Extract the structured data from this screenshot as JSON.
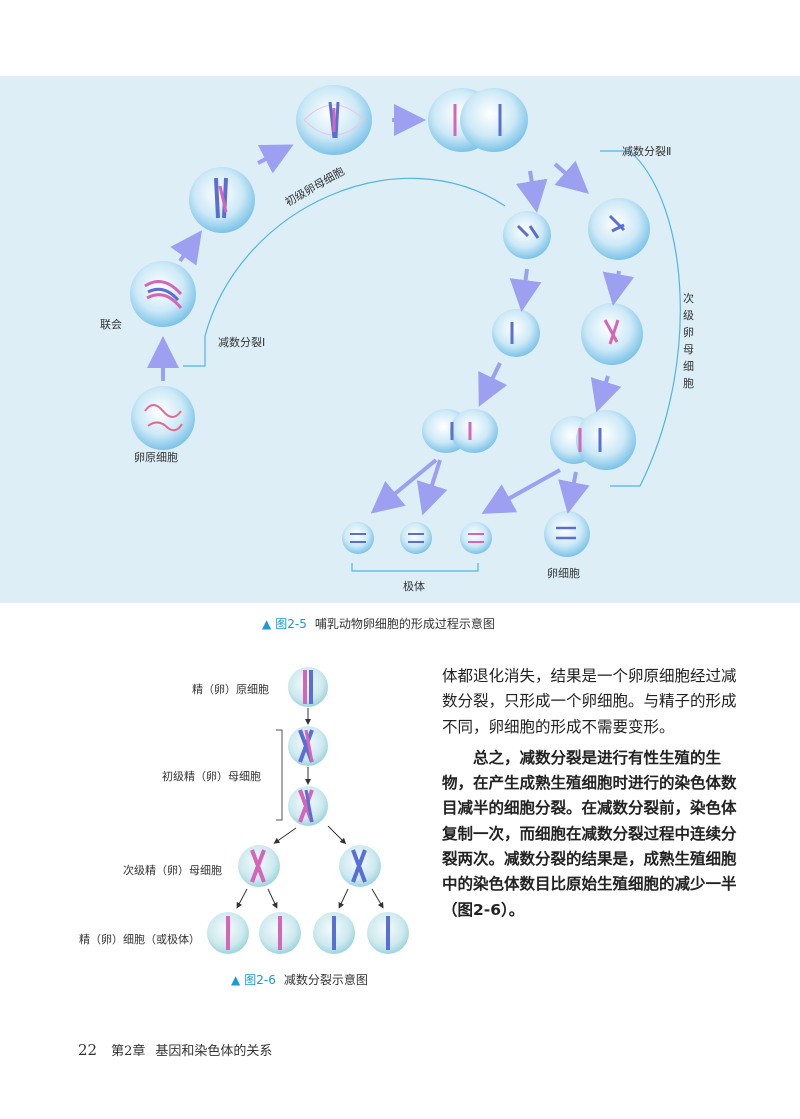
{
  "figure_2_5": {
    "labels": {
      "synapsis": "联会",
      "meiosis1": "减数分裂Ⅰ",
      "oogonium": "卵原细胞",
      "primary_oocyte": "初级卵母细胞",
      "meiosis2": "减数分裂Ⅱ",
      "secondary_oocyte_vertical": [
        "次",
        "级",
        "卵",
        "母",
        "细",
        "胞"
      ],
      "polar_bodies": "极体",
      "egg_cell": "卵细胞"
    },
    "caption_number": "图2-5",
    "caption_text": "哺乳动物卵细胞的形成过程示意图"
  },
  "figure_2_6": {
    "labels": {
      "oogonium": "精（卵）原细胞",
      "primary": "初级精（卵）母细胞",
      "secondary": "次级精（卵）母细胞",
      "gametes": "精（卵）细胞（或极体）"
    },
    "caption_number": "图2-6",
    "caption_text": "减数分裂示意图"
  },
  "body": {
    "paragraph1": "体都退化消失，结果是一个卵原细胞经过减数分裂，只形成一个卵细胞。与精子的形成不同，卵细胞的形成不需要变形。",
    "paragraph2": "总之，减数分裂是进行有性生殖的生物，在产生成熟生殖细胞时进行的染色体数目减半的细胞分裂。在减数分裂前，染色体复制一次，而细胞在减数分裂过程中连续分裂两次。减数分裂的结果是，成熟生殖细胞中的染色体数目比原始生殖细胞的减少一半（图2-6）。"
  },
  "footer": {
    "page_number": "22",
    "chapter": "第2章",
    "chapter_title": "基因和染色体的关系"
  },
  "colors": {
    "figure_bg": "#ddeef7",
    "cell_fill": "#bfe3f5",
    "arrow": "#9d9ff0",
    "chromosome_blue": "#5a6fd6",
    "chromosome_pink": "#d565b8",
    "caption_accent": "#1a9ad6"
  }
}
